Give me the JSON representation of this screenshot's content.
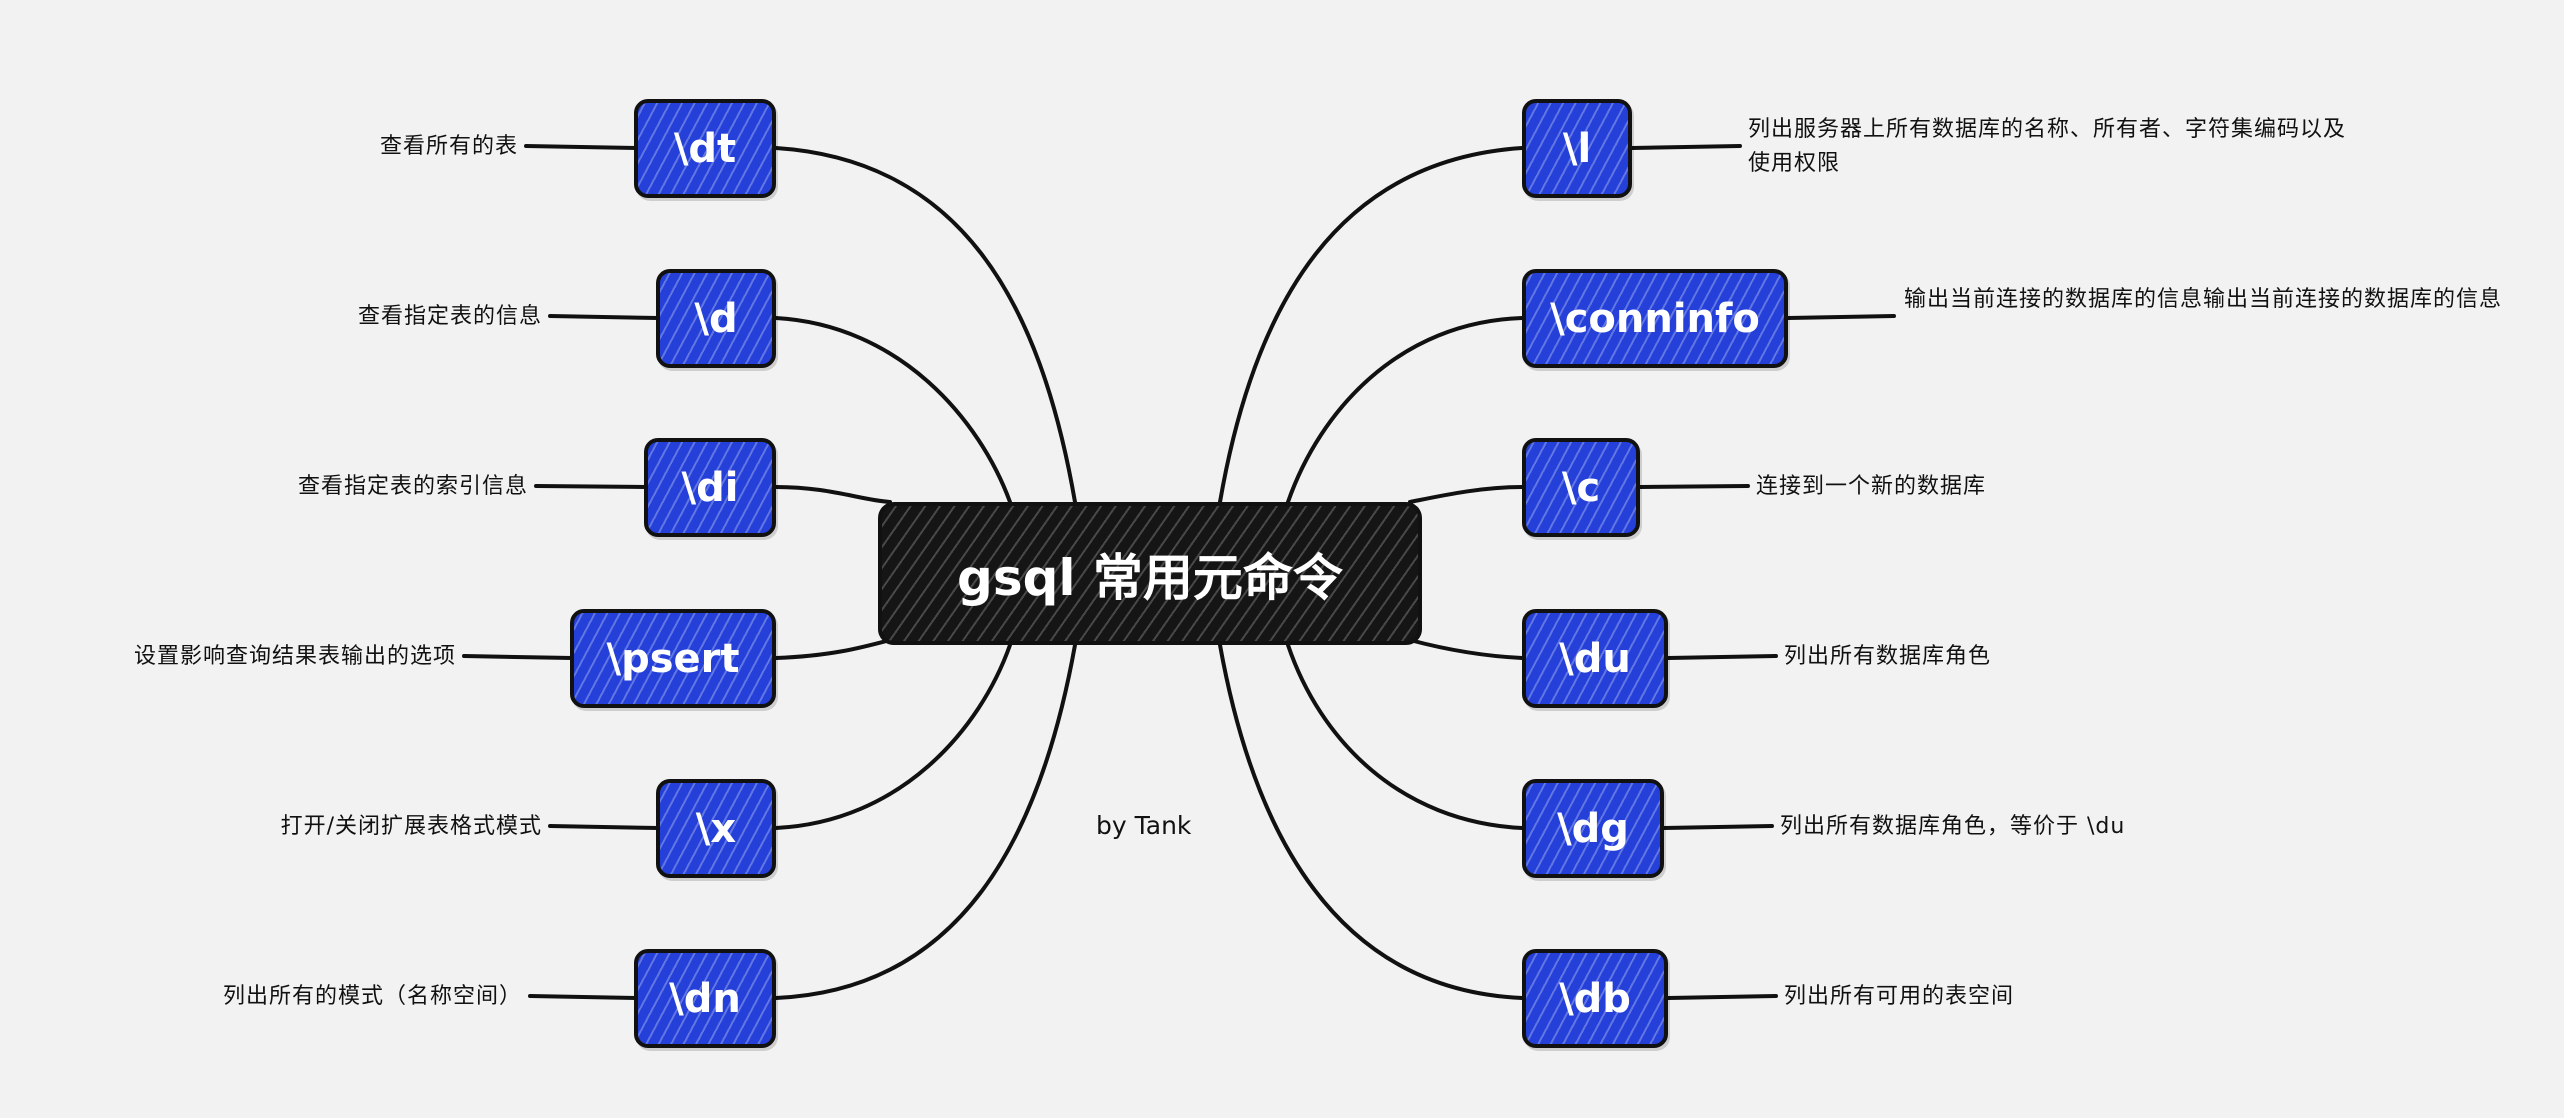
{
  "center_title": "gsql 常用元命令",
  "byline": "by Tank",
  "left_nodes": [
    {
      "cmd": "\\dt",
      "desc": "查看所有的表"
    },
    {
      "cmd": "\\d",
      "desc": "查看指定表的信息"
    },
    {
      "cmd": "\\di",
      "desc": "查看指定表的索引信息"
    },
    {
      "cmd": "\\psert",
      "desc": "设置影响查询结果表输出的选项"
    },
    {
      "cmd": "\\x",
      "desc": "打开/关闭扩展表格式模式"
    },
    {
      "cmd": "\\dn",
      "desc": "列出所有的模式（名称空间）"
    }
  ],
  "right_nodes": [
    {
      "cmd": "\\l",
      "desc": "列出服务器上所有数据库的名称、所有者、字符集编码以及使用权限"
    },
    {
      "cmd": "\\conninfo",
      "desc": "输出当前连接的数据库的信息输出当前连接的数据库的信息"
    },
    {
      "cmd": "\\c",
      "desc": "连接到一个新的数据库"
    },
    {
      "cmd": "\\du",
      "desc": "列出所有数据库角色"
    },
    {
      "cmd": "\\dg",
      "desc": "列出所有数据库角色，等价于 \\du"
    },
    {
      "cmd": "\\db",
      "desc": "列出所有可用的表空间"
    }
  ],
  "colors": {
    "background": "#f2f2f2",
    "node_fill": "#2440d8",
    "center_fill": "#151515",
    "stroke": "#111111"
  }
}
